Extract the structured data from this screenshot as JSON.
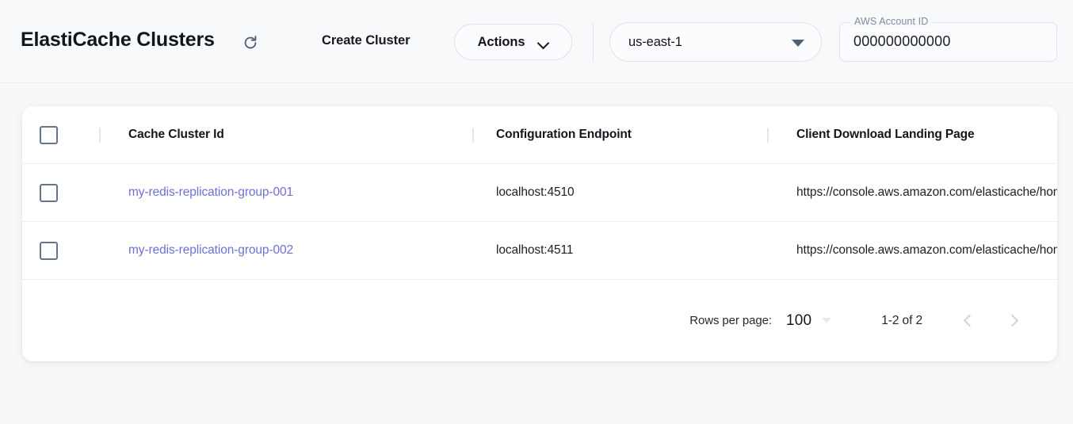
{
  "toolbar": {
    "title": "ElastiCache Clusters",
    "refresh_icon": "refresh-icon",
    "create_cluster_label": "Create Cluster",
    "actions_label": "Actions",
    "actions_caret_icon": "chevron-down-icon",
    "region": {
      "value": "us-east-1",
      "caret_icon": "caret-down-icon"
    },
    "account": {
      "label": "AWS Account ID",
      "value": "000000000000"
    }
  },
  "table": {
    "columns": [
      "Cache Cluster Id",
      "Configuration Endpoint",
      "Client Download Landing Page"
    ],
    "rows": [
      {
        "cluster_id": "my-redis-replication-group-001",
        "endpoint": "localhost:4510",
        "landing_page": "https://console.aws.amazon.com/elasticache/home"
      },
      {
        "cluster_id": "my-redis-replication-group-002",
        "endpoint": "localhost:4511",
        "landing_page": "https://console.aws.amazon.com/elasticache/home"
      }
    ]
  },
  "pagination": {
    "rows_per_page_label": "Rows per page:",
    "rows_per_page_value": "100",
    "range": "1-2 of 2",
    "prev_icon": "chevron-left-icon",
    "next_icon": "chevron-right-icon"
  },
  "colors": {
    "link": "#6f6fd8",
    "page_bg": "#f7f8fa",
    "card_bg": "#ffffff",
    "checkbox_border": "#64748b"
  }
}
